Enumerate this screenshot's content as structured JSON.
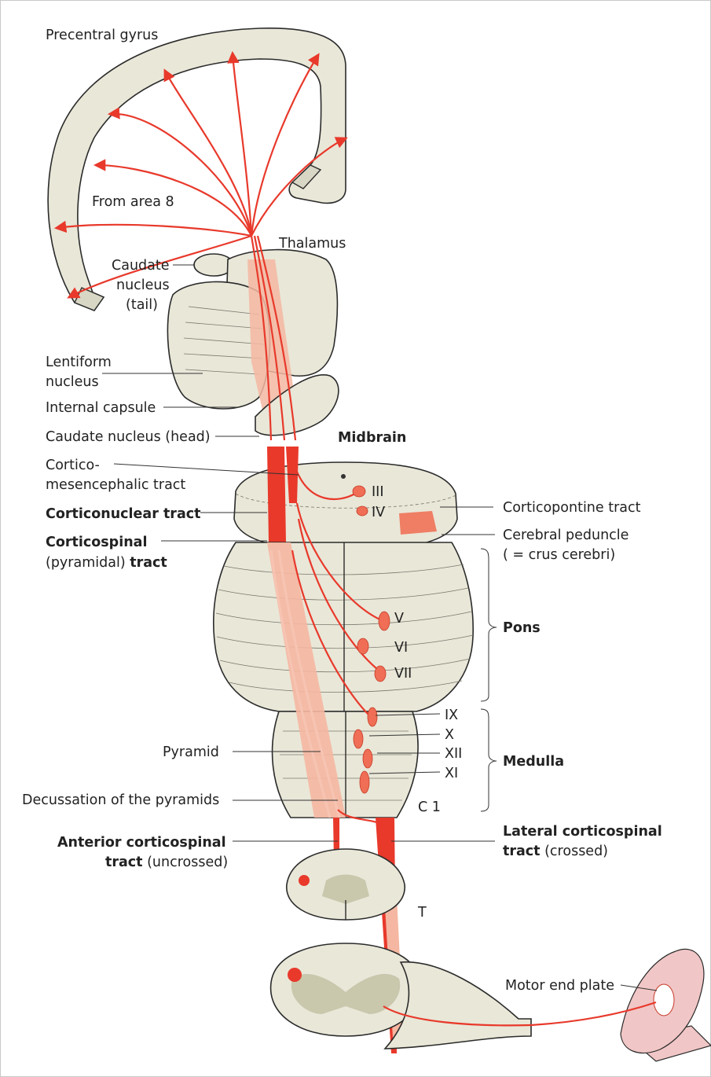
{
  "colors": {
    "fiber_red": "#e8392b",
    "tract_pink": "#f5b7a2",
    "structure_beige": "#e9e7d8",
    "grey_matter": "#c9c7ac",
    "muscle_pink": "#f1c6c6"
  },
  "labels": {
    "precentral_gyrus": "Precentral gyrus",
    "from_area_8": "From area 8",
    "thalamus": "Thalamus",
    "caudate_tail_1": "Caudate",
    "caudate_tail_2": "nucleus",
    "caudate_tail_3": "(tail)",
    "lentiform_1": "Lentiform",
    "lentiform_2": "nucleus",
    "internal_capsule": "Internal capsule",
    "caudate_head": "Caudate nucleus (head)",
    "midbrain": "Midbrain",
    "cortico_mes_1": "Cortico-",
    "cortico_mes_2": "mesencephalic tract",
    "corticonuclear": "Corticonuclear tract",
    "corticospinal_1": "Corticospinal",
    "corticospinal_2a": "(pyramidal) ",
    "corticospinal_2b": "tract",
    "corticopontine": "Corticopontine tract",
    "cerebral_peduncle_1": "Cerebral peduncle",
    "cerebral_peduncle_2": "( = crus cerebri)",
    "pons": "Pons",
    "medulla": "Medulla",
    "pyramid": "Pyramid",
    "decussation": "Decussation of the pyramids",
    "anterior_cs_1": "Anterior corticospinal",
    "anterior_cs_2a": "tract",
    "anterior_cs_2b": " (uncrossed)",
    "lateral_cs_1": "Lateral corticospinal",
    "lateral_cs_2a": "tract",
    "lateral_cs_2b": " (crossed)",
    "motor_end_plate": "Motor end plate",
    "seg_t": "T",
    "seg_c1": "C 1"
  },
  "nerve_nuclei": {
    "iii": "III",
    "iv": "IV",
    "v": "V",
    "vi": "VI",
    "vii": "VII",
    "ix": "IX",
    "x": "X",
    "xii": "XII",
    "xi": "XI"
  }
}
